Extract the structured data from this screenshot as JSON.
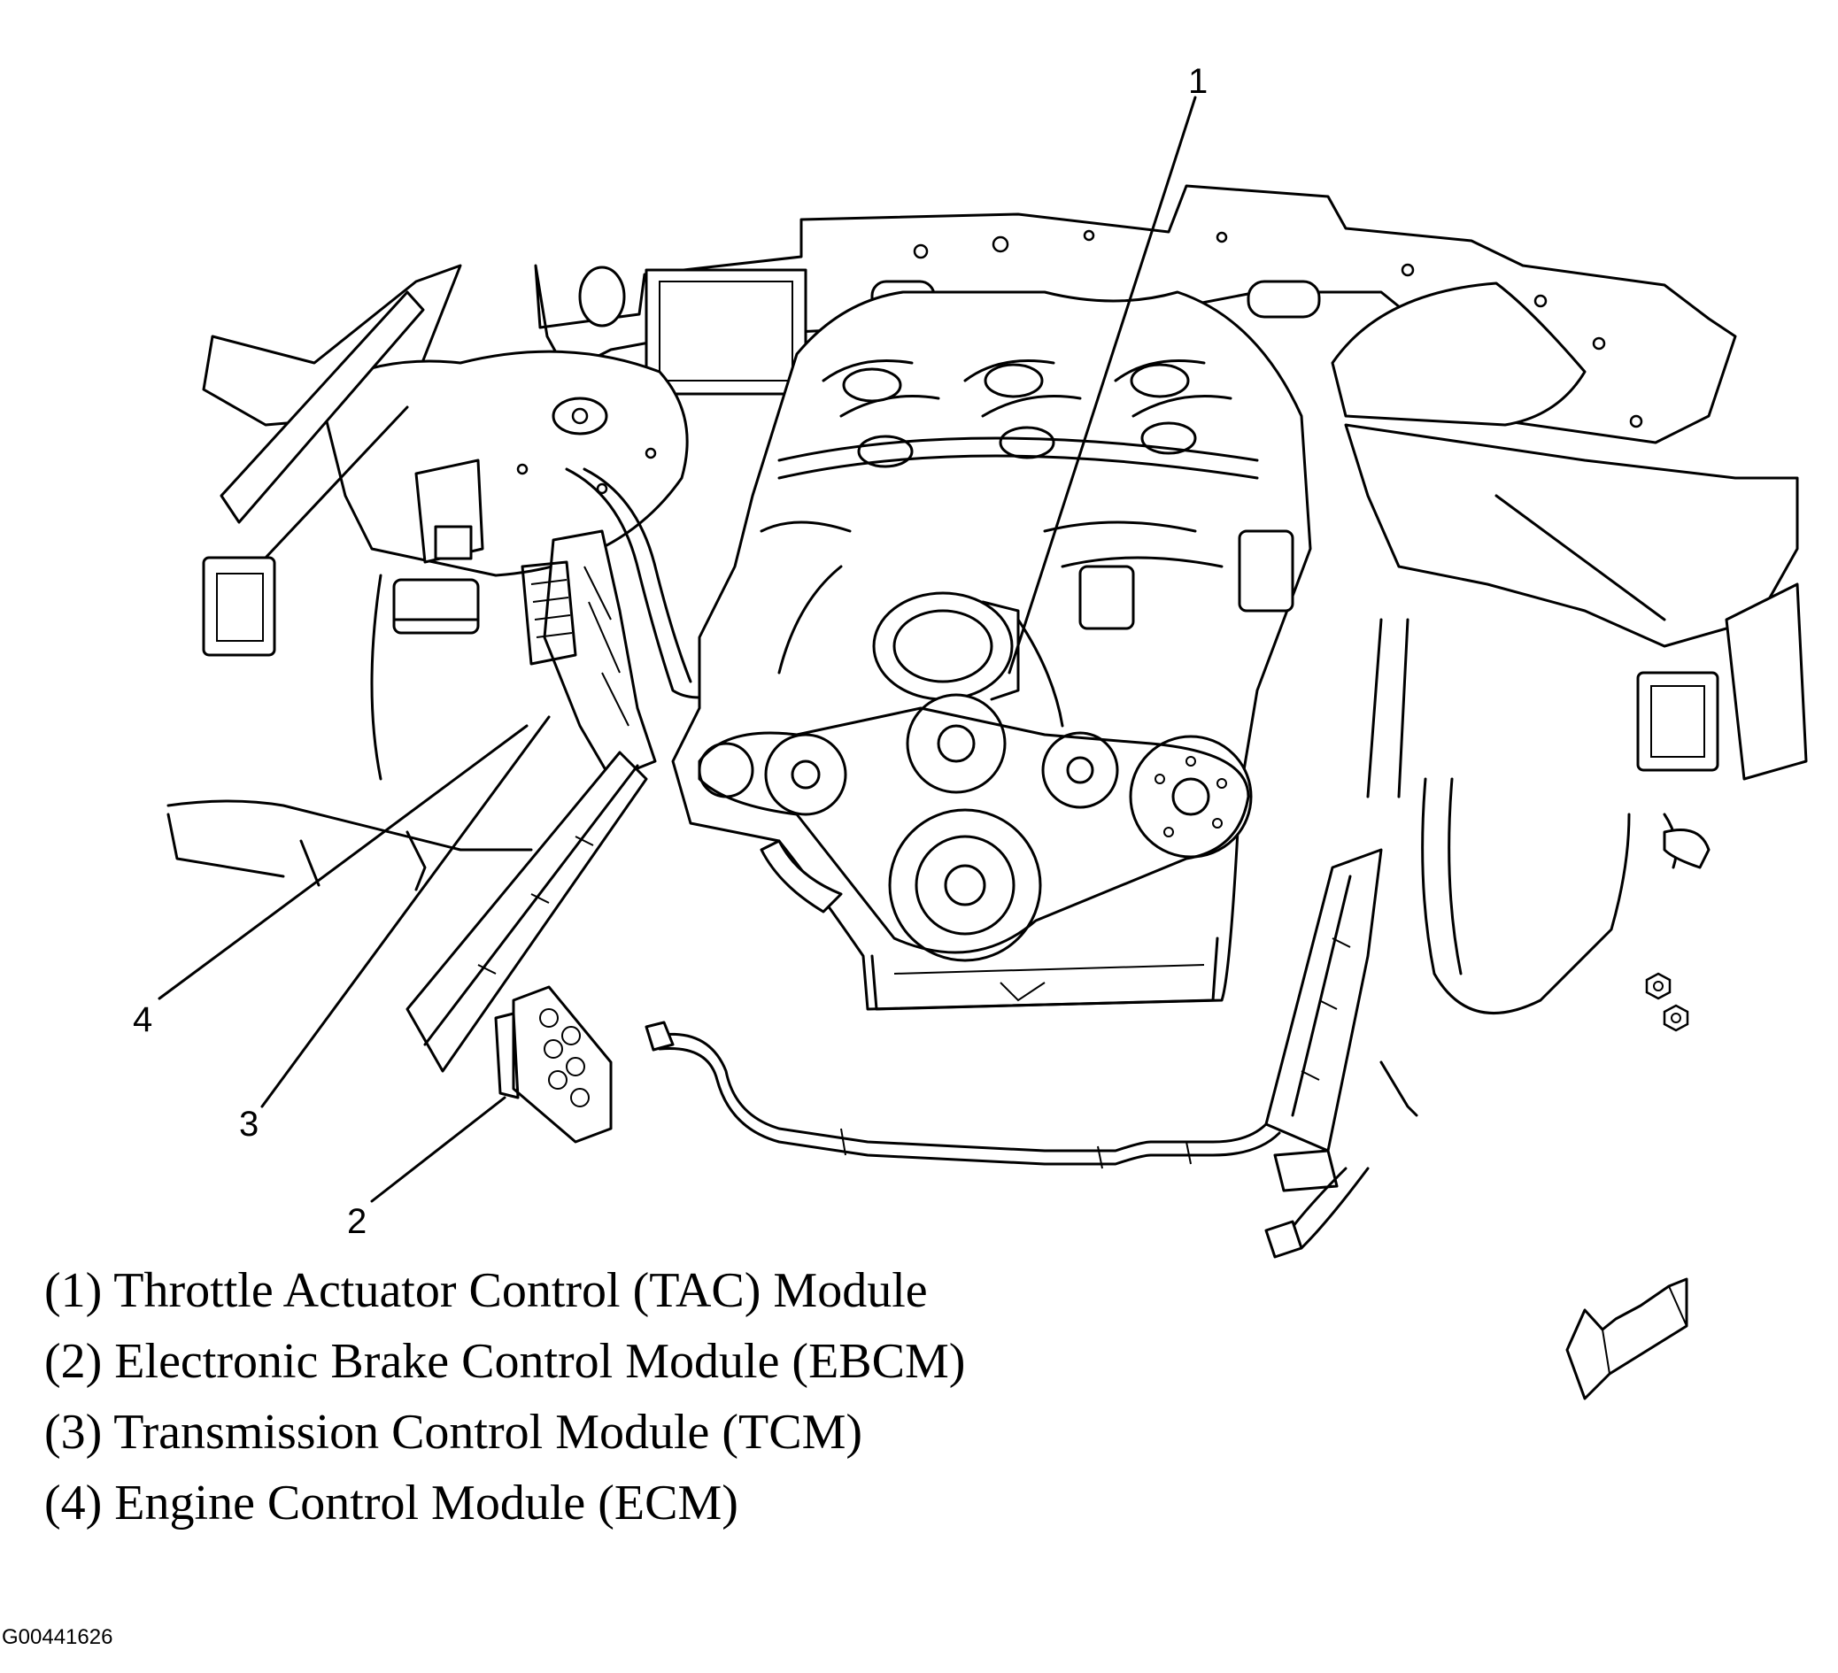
{
  "callouts": {
    "c1": "1",
    "c2": "2",
    "c3": "3",
    "c4": "4"
  },
  "legend": [
    "(1) Throttle Actuator Control (TAC) Module",
    "(2) Electronic Brake Control Module (EBCM)",
    "(3) Transmission Control Module (TCM)",
    "(4) Engine Control Module (ECM)"
  ],
  "figure_id": "G00441626",
  "icons": {
    "direction": "front-direction-arrow-icon"
  }
}
